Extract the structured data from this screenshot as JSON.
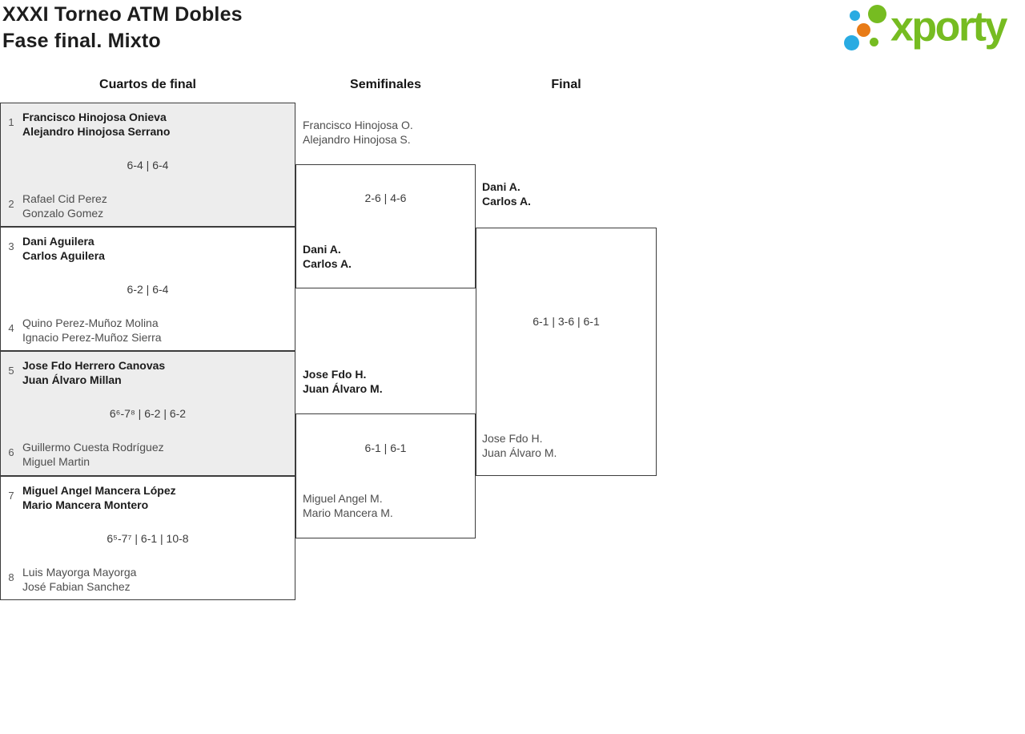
{
  "header": {
    "title_line1": "XXXI Torneo ATM Dobles",
    "title_line2": "Fase final. Mixto",
    "logo_text": "xporty"
  },
  "round_labels": {
    "quarterfinals": "Cuartos de final",
    "semifinals": "Semifinales",
    "final": "Final"
  },
  "colors": {
    "logo_green": "#76bc21",
    "logo_blue": "#29abe2",
    "logo_orange": "#e87b17",
    "box_fill_alt": "#ededed",
    "line": "#3c3c3c"
  },
  "quarterfinals": [
    {
      "seed1": "1",
      "team1": {
        "p1": "Francisco Hinojosa Onieva",
        "p2": "Alejandro Hinojosa Serrano"
      },
      "score": "6-4 | 6-4",
      "seed2": "2",
      "team2": {
        "p1": "Rafael Cid Perez",
        "p2": "Gonzalo Gomez"
      },
      "winner": "team1"
    },
    {
      "seed1": "3",
      "team1": {
        "p1": "Dani Aguilera",
        "p2": "Carlos Aguilera"
      },
      "score": "6-2 | 6-4",
      "seed2": "4",
      "team2": {
        "p1": "Quino Perez-Muñoz Molina",
        "p2": "Ignacio Perez-Muñoz Sierra"
      },
      "winner": "team1"
    },
    {
      "seed1": "5",
      "team1": {
        "p1": "Jose Fdo Herrero Canovas",
        "p2": "Juan Álvaro Millan"
      },
      "score": "6⁶-7⁸ | 6-2 | 6-2",
      "seed2": "6",
      "team2": {
        "p1": "Guillermo Cuesta Rodríguez",
        "p2": "Miguel Martin"
      },
      "winner": "team1"
    },
    {
      "seed1": "7",
      "team1": {
        "p1": "Miguel Angel Mancera López",
        "p2": "Mario Mancera Montero"
      },
      "score": "6⁵-7⁷ | 6-1 | 10-8",
      "seed2": "8",
      "team2": {
        "p1": "Luis Mayorga Mayorga",
        "p2": "José Fabian Sanchez"
      },
      "winner": "team1"
    }
  ],
  "semifinals": [
    {
      "team1": {
        "p1": "Francisco Hinojosa O.",
        "p2": "Alejandro Hinojosa S."
      },
      "score": "2-6 | 4-6",
      "team2": {
        "p1": "Dani A.",
        "p2": "Carlos A."
      },
      "winner": "team2"
    },
    {
      "team1": {
        "p1": "Jose Fdo H.",
        "p2": "Juan Álvaro M."
      },
      "score": "6-1 | 6-1",
      "team2": {
        "p1": "Miguel Angel M.",
        "p2": "Mario Mancera M."
      },
      "winner": "team1"
    }
  ],
  "final": {
    "team1": {
      "p1": "Dani A.",
      "p2": "Carlos A."
    },
    "score": "6-1 | 3-6 | 6-1",
    "team2": {
      "p1": "Jose Fdo H.",
      "p2": "Juan Álvaro M."
    },
    "winner": "team1"
  }
}
